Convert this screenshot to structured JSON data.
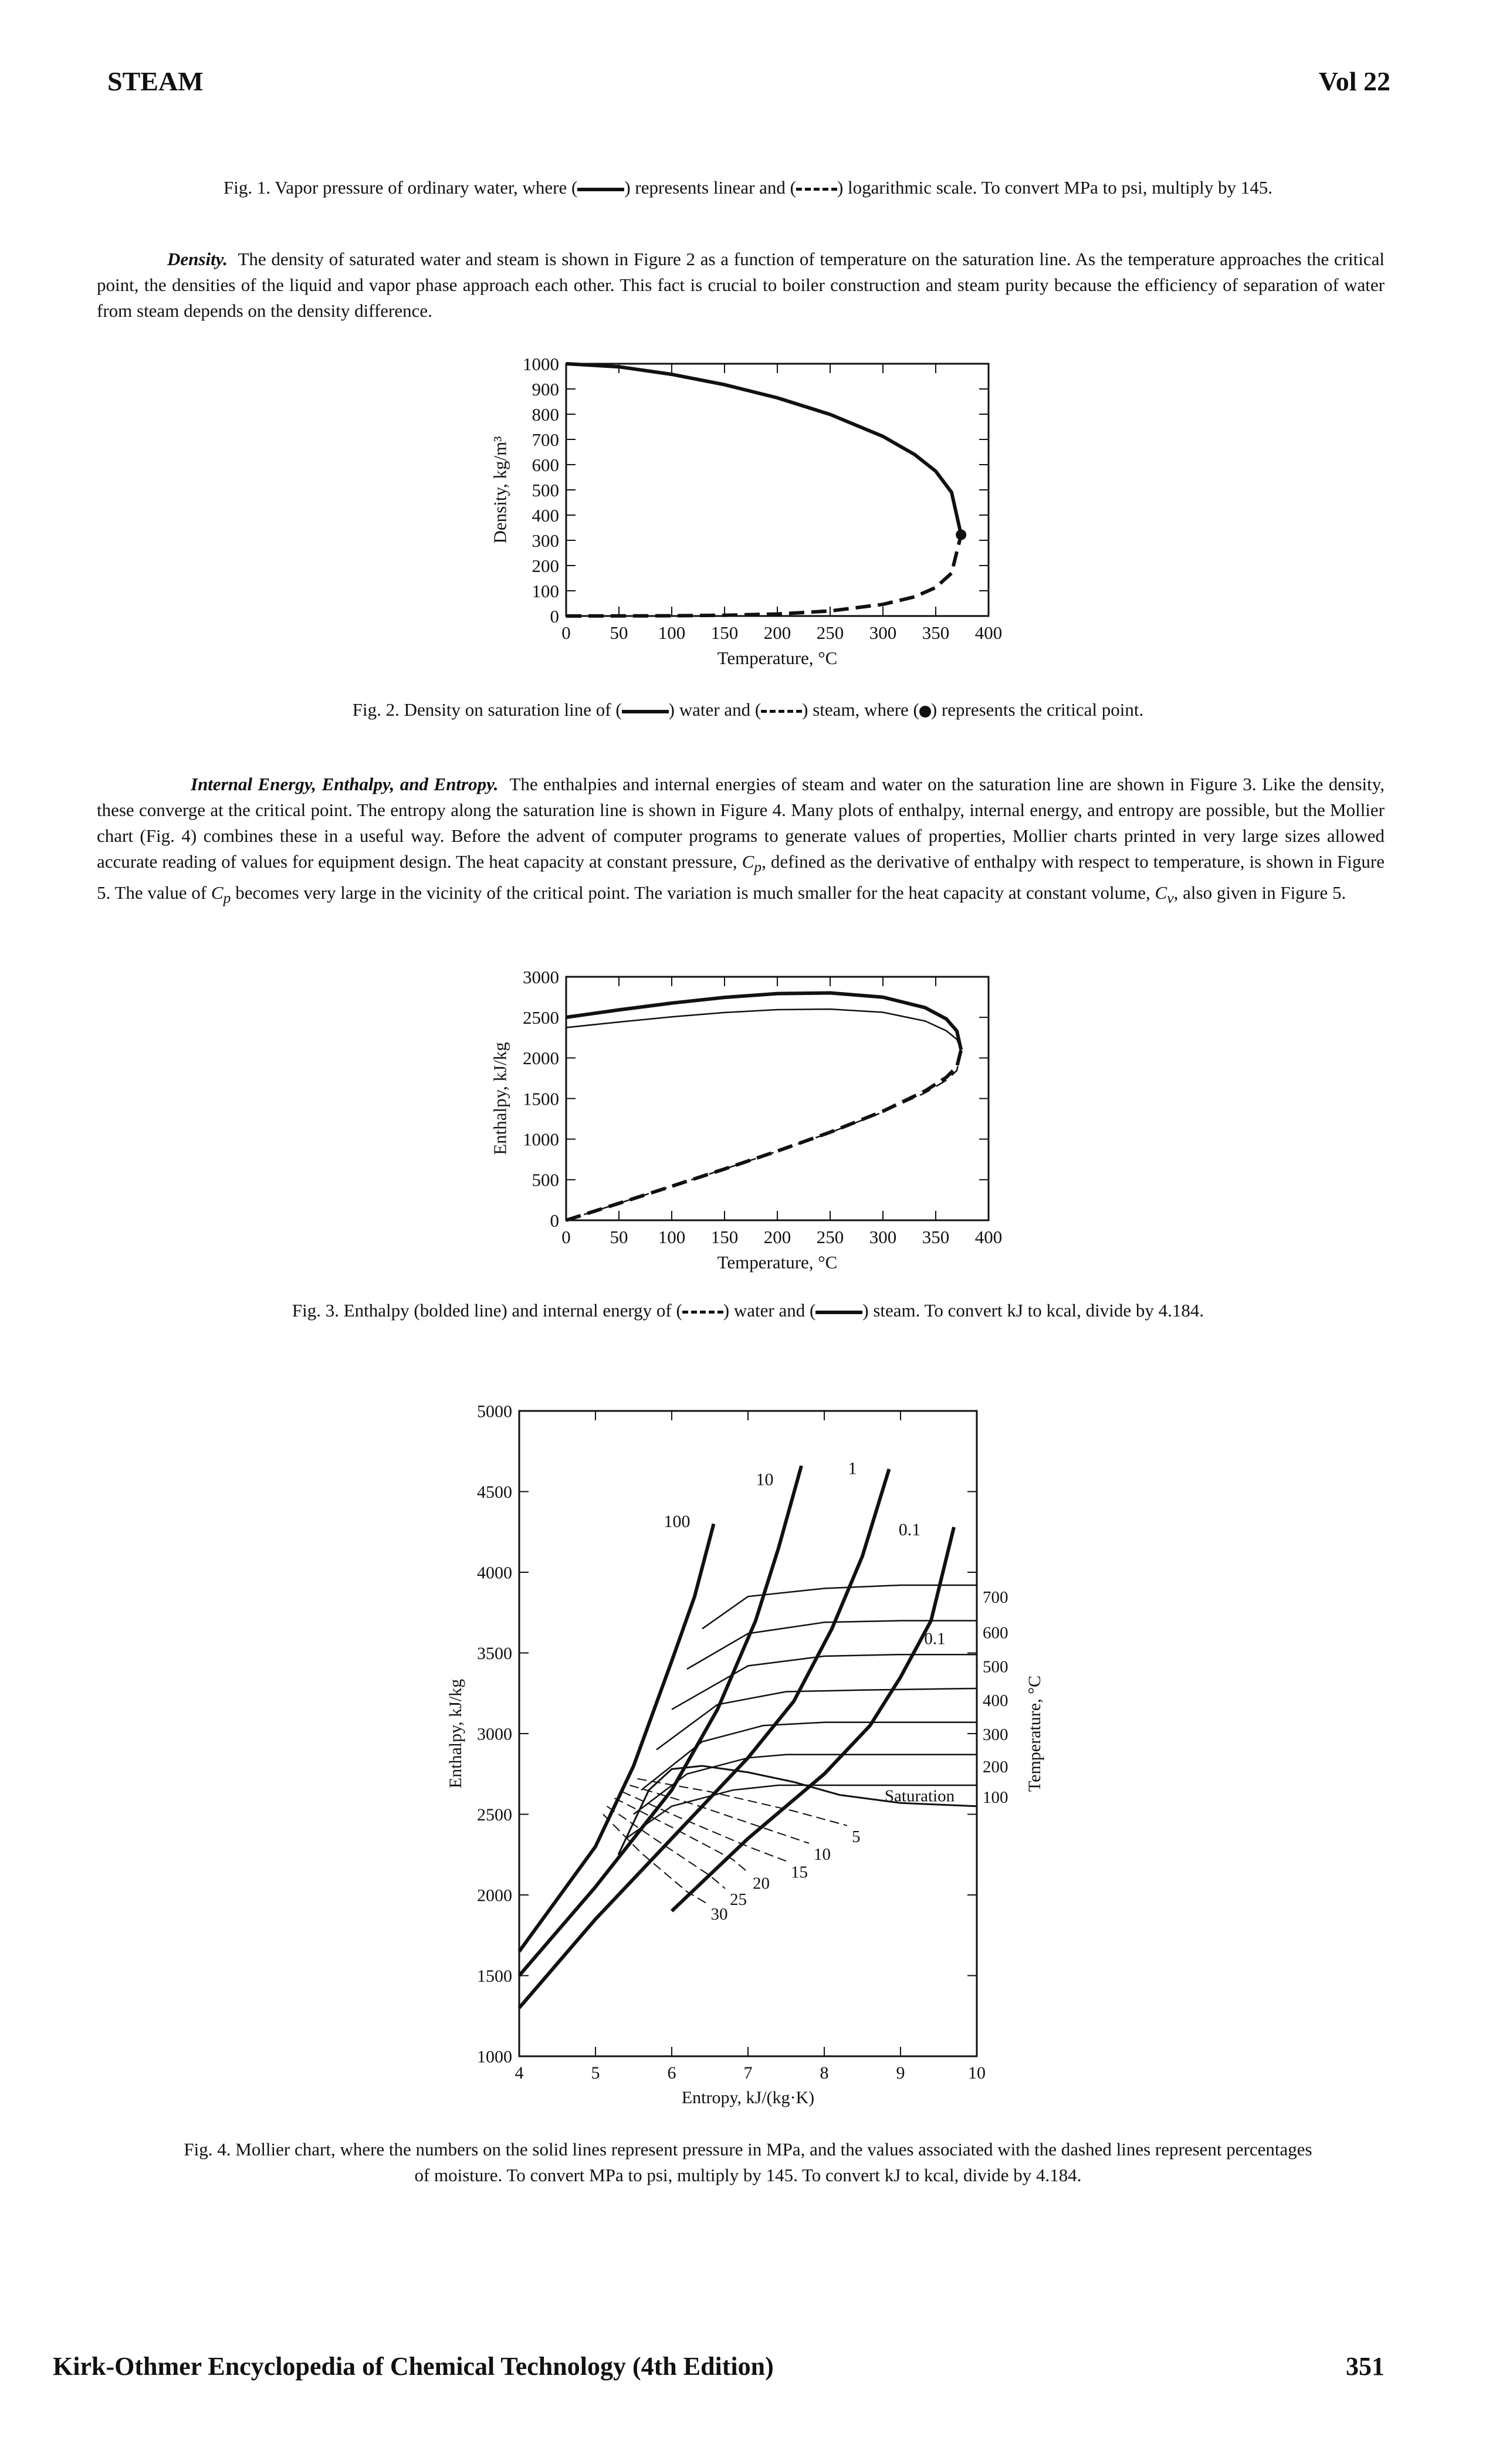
{
  "header": {
    "left": "STEAM",
    "right": "Vol 22"
  },
  "fig1_caption": {
    "part1": "Fig. 1. Vapor pressure of ordinary water, where (",
    "part2": ") represents linear and (",
    "part3": ") logarithmic scale. To convert MPa to psi, multiply by 145."
  },
  "density_para": {
    "lead": "Density.",
    "text": "The density of saturated water and steam is shown in Figure 2 as a function of temperature on the saturation line. As the temperature approaches the critical point, the densities of the liquid and vapor phase approach each other. This fact is crucial to boiler construction and steam purity because the efficiency of separation of water from steam depends on the density difference."
  },
  "fig2_caption": {
    "part1": "Fig. 2. Density on saturation line of (",
    "part2": ") water and (",
    "part3": ") steam, where (",
    "part4": ") represents the critical point."
  },
  "energy_para": {
    "lead": "Internal Energy, Enthalpy, and Entropy.",
    "text1": "The enthalpies and internal energies of steam and water on the saturation line are shown in Figure 3. Like the density, these converge at the critical point. The entropy along the saturation line is shown in Figure 4. Many plots of enthalpy, internal energy, and entropy are possible, but the Mollier chart (Fig. 4) combines these in a useful way. Before the advent of computer programs to generate values of properties, Mollier charts printed in very large sizes allowed accurate reading of values for equipment design. The heat capacity at constant pressure, ",
    "cp": "C",
    "cp_sub": "p",
    "text2": ", defined as the derivative of enthalpy with respect to temperature, is shown in Figure 5. The value of ",
    "text3": " becomes very large in the vicinity of the critical point. The variation is much smaller for the heat capacity at constant volume, ",
    "cv_sub": "v",
    "text4": ", also given in Figure 5."
  },
  "fig3_caption": {
    "part1": "Fig. 3. Enthalpy (bolded line) and internal energy of (",
    "part2": ") water and (",
    "part3": ") steam. To convert kJ to kcal, divide by 4.184."
  },
  "fig4_caption": {
    "line1": "Fig. 4. Mollier chart, where the numbers on the solid lines represent pressure in MPa, and the values associated with the dashed lines represent percentages",
    "line2": "of moisture. To convert MPa to psi, multiply by 145. To convert kJ to kcal, divide by 4.184."
  },
  "footer": {
    "left": "Kirk-Othmer Encyclopedia of Chemical Technology (4th Edition)",
    "right": "351"
  },
  "chart_data": [
    {
      "type": "line",
      "xlabel": "Temperature, °C",
      "ylabel": "Density, kg/m³",
      "xlim": [
        0,
        400
      ],
      "ylim": [
        0,
        1000
      ],
      "x_ticks": [
        "0",
        "50",
        "100",
        "150",
        "200",
        "250",
        "300",
        "350",
        "400"
      ],
      "y_ticks": [
        "0",
        "100",
        "200",
        "300",
        "400",
        "500",
        "600",
        "700",
        "800",
        "900",
        "1000"
      ],
      "series": [
        {
          "style": "solid",
          "x": [
            0,
            50,
            100,
            150,
            200,
            250,
            300,
            330,
            350,
            365,
            374
          ],
          "y": [
            1000,
            988,
            958,
            917,
            865,
            799,
            712,
            640,
            574,
            490,
            322
          ]
        },
        {
          "style": "dashed",
          "x": [
            0,
            100,
            150,
            200,
            250,
            300,
            330,
            350,
            365,
            374
          ],
          "y": [
            0,
            1,
            3,
            8,
            20,
            46,
            76,
            113,
            170,
            322
          ]
        }
      ],
      "critical_point": {
        "x": 374,
        "y": 322
      }
    },
    {
      "type": "line",
      "xlabel": "Temperature, °C",
      "ylabel": "Enthalpy, kJ/kg",
      "xlim": [
        0,
        400
      ],
      "ylim": [
        0,
        3000
      ],
      "x_ticks": [
        "0",
        "50",
        "100",
        "150",
        "200",
        "250",
        "300",
        "350",
        "400"
      ],
      "y_ticks": [
        "0",
        "500",
        "1000",
        "1500",
        "2000",
        "2500",
        "3000"
      ],
      "series": [
        {
          "style": "bold solid",
          "x": [
            0,
            50,
            100,
            150,
            200,
            250,
            300,
            340,
            360,
            370,
            374
          ],
          "y": [
            2501,
            2592,
            2676,
            2746,
            2793,
            2801,
            2749,
            2620,
            2481,
            2332,
            2100
          ]
        },
        {
          "style": "thin solid",
          "x": [
            0,
            50,
            100,
            150,
            200,
            250,
            300,
            340,
            360,
            370,
            374
          ],
          "y": [
            2375,
            2443,
            2506,
            2560,
            2595,
            2602,
            2563,
            2455,
            2335,
            2230,
            2100
          ]
        },
        {
          "style": "bold dashed",
          "x": [
            0,
            50,
            100,
            150,
            200,
            250,
            300,
            340,
            360,
            370,
            374
          ],
          "y": [
            0,
            209,
            419,
            632,
            852,
            1085,
            1344,
            1594,
            1761,
            1891,
            2100
          ]
        },
        {
          "style": "thin dashed",
          "x": [
            0,
            50,
            100,
            150,
            200,
            250,
            300,
            340,
            360,
            370,
            374
          ],
          "y": [
            0,
            209,
            419,
            631,
            850,
            1080,
            1333,
            1570,
            1725,
            1845,
            2100
          ]
        }
      ]
    },
    {
      "type": "line",
      "xlabel": "Entropy, kJ/(kg·K)",
      "ylabel": "Enthalpy, kJ/kg",
      "y2label": "Temperature, °C",
      "xlim": [
        4,
        10
      ],
      "ylim": [
        1000,
        5000
      ],
      "x_ticks": [
        "4",
        "5",
        "6",
        "7",
        "8",
        "9",
        "10"
      ],
      "y_ticks": [
        "1000",
        "1500",
        "2000",
        "2500",
        "3000",
        "3500",
        "4000",
        "4500",
        "5000"
      ],
      "isobar_labels": [
        "100",
        "10",
        "1",
        "0.1"
      ],
      "isotherm_labels": [
        "700",
        "600",
        "500",
        "400",
        "300",
        "200",
        "100"
      ],
      "isotherm_inner_label": "0.1",
      "saturation_label": "Saturation",
      "moisture_labels": [
        "5",
        "10",
        "15",
        "20",
        "25",
        "30"
      ],
      "series": [
        {
          "name": "100",
          "x": [
            4.0,
            5.0,
            5.5,
            6.0,
            6.3,
            6.55
          ],
          "y": [
            1650,
            2300,
            2800,
            3450,
            3850,
            4300
          ]
        },
        {
          "name": "10",
          "x": [
            4.0,
            5.0,
            6.0,
            6.6,
            7.1,
            7.4,
            7.7
          ],
          "y": [
            1500,
            2050,
            2650,
            3150,
            3700,
            4150,
            4660
          ]
        },
        {
          "name": "1",
          "x": [
            4.0,
            5.0,
            6.0,
            7.0,
            7.6,
            8.1,
            8.5,
            8.85
          ],
          "y": [
            1300,
            1850,
            2350,
            2850,
            3200,
            3650,
            4100,
            4640
          ]
        },
        {
          "name": "0.1",
          "x": [
            6.0,
            7.0,
            8.0,
            8.6,
            9.0,
            9.4,
            9.7
          ],
          "y": [
            1900,
            2350,
            2750,
            3050,
            3350,
            3700,
            4280
          ]
        },
        {
          "name": "700",
          "x": [
            6.4,
            7.0,
            8.0,
            9.0,
            10.0
          ],
          "y": [
            3650,
            3850,
            3900,
            3920,
            3920
          ]
        },
        {
          "name": "600",
          "x": [
            6.2,
            7.0,
            8.0,
            9.0,
            10.0
          ],
          "y": [
            3400,
            3620,
            3690,
            3700,
            3700
          ]
        },
        {
          "name": "500",
          "x": [
            6.0,
            7.0,
            8.0,
            9.0,
            10.0
          ],
          "y": [
            3150,
            3420,
            3480,
            3490,
            3490
          ]
        },
        {
          "name": "400",
          "x": [
            5.8,
            6.6,
            7.5,
            8.5,
            10.0
          ],
          "y": [
            2900,
            3180,
            3260,
            3270,
            3280
          ]
        },
        {
          "name": "300",
          "x": [
            5.6,
            6.4,
            7.2,
            8.0,
            10.0
          ],
          "y": [
            2650,
            2950,
            3050,
            3070,
            3070
          ]
        },
        {
          "name": "200",
          "x": [
            5.5,
            6.2,
            7.0,
            7.5,
            10.0
          ],
          "y": [
            2500,
            2750,
            2850,
            2870,
            2870
          ]
        },
        {
          "name": "100",
          "x": [
            5.4,
            6.0,
            6.8,
            7.4,
            10.0
          ],
          "y": [
            2350,
            2550,
            2650,
            2680,
            2680
          ]
        }
      ]
    }
  ]
}
